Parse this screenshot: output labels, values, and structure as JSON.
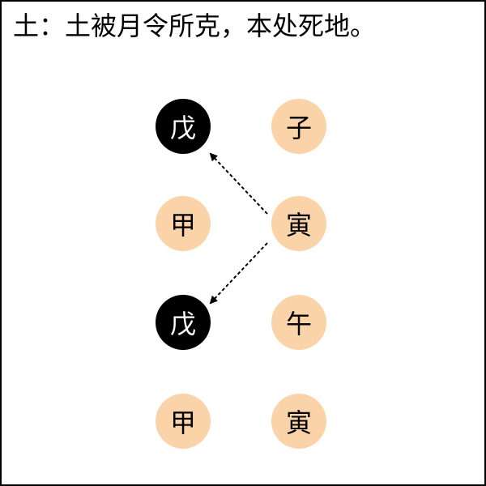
{
  "title": "土：土被月令所克，本处死地。",
  "colors": {
    "stem_fill": "#000000",
    "branch_fill": "#fad4a8",
    "arrow": "#000000"
  },
  "stems": [
    {
      "label": "戊"
    },
    {
      "label": "甲"
    },
    {
      "label": "戊"
    },
    {
      "label": "甲"
    }
  ],
  "branches": [
    {
      "label": "子"
    },
    {
      "label": "寅"
    },
    {
      "label": "午"
    },
    {
      "label": "寅"
    }
  ],
  "arrows": [
    {
      "from": "branches.1",
      "to": "stems.0",
      "style": "dashed"
    },
    {
      "from": "branches.1",
      "to": "stems.2",
      "style": "dashed"
    }
  ]
}
